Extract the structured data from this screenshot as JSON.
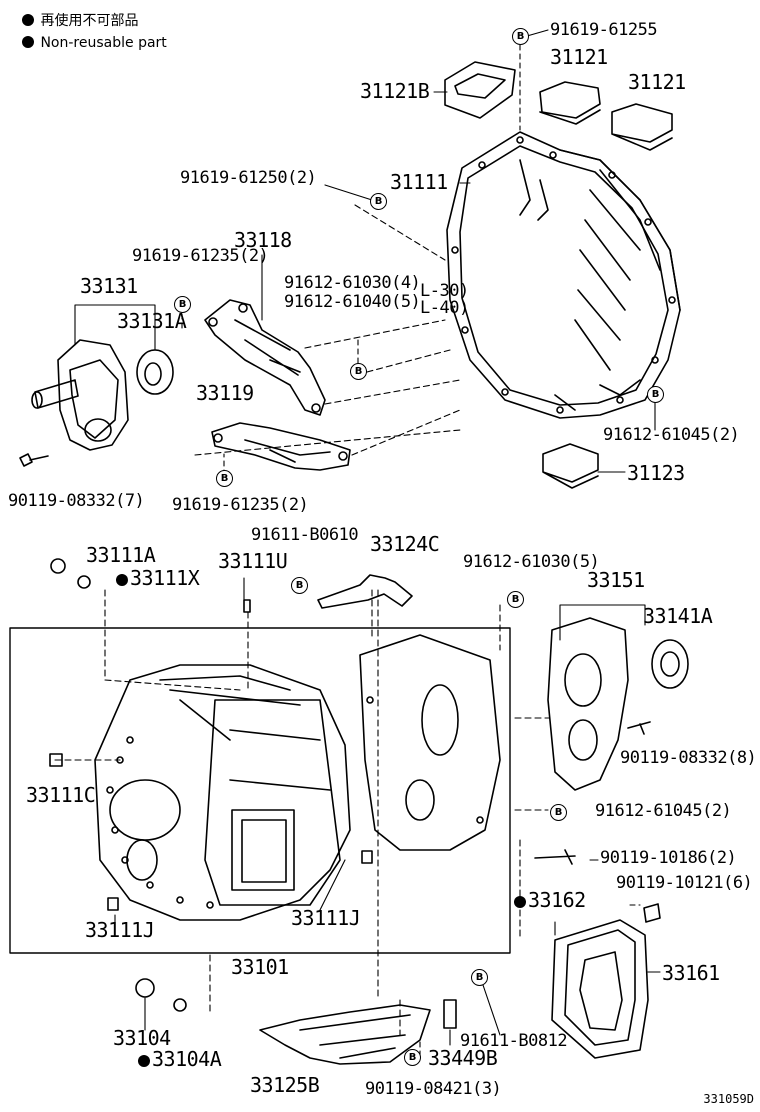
{
  "legend": {
    "symbol": "●",
    "line1": "再使用不可部品",
    "line2": "Non-reusable part"
  },
  "bolt_symbol": "B",
  "labels": {
    "p91619_61255": "91619-61255",
    "p31121a": "31121",
    "p31121b": "31121",
    "p31121B": "31121B",
    "p31111": "31111",
    "p91619_61250": "91619-61250(2)",
    "p33118": "33118",
    "p91619_61235a": "91619-61235(2)",
    "p91612_61030a": "91612-61030(4)",
    "p91612_61040": "91612-61040(5)",
    "pL30": "L-30)",
    "pL40": "L-40)",
    "p33131": "33131",
    "p33131A": "33131A",
    "p33119": "33119",
    "p91612_61045a": "91612-61045(2)",
    "p31123": "31123",
    "p90119_08332a": "90119-08332(7)",
    "p91619_61235b": "91619-61235(2)",
    "p33111A": "33111A",
    "p33111X": "33111X",
    "p33111U": "33111U",
    "p91611_B0610": "91611-B0610",
    "p33124C": "33124C",
    "p91612_61030b": "91612-61030(5)",
    "p33151": "33151",
    "p33141A": "33141A",
    "p90119_08332b": "90119-08332(8)",
    "p33111C": "33111C",
    "p91612_61045b": "91612-61045(2)",
    "p90119_10186": "90119-10186(2)",
    "p90119_10121": "90119-10121(6)",
    "p33162": "33162",
    "p33111J_left": "33111J",
    "p33111J_right": "33111J",
    "p33161": "33161",
    "p33101": "33101",
    "p91611_B0812": "91611-B0812",
    "p33104": "33104",
    "p33104A": "33104A",
    "p33449B": "33449B",
    "p33125B": "33125B",
    "p90119_08421": "90119-08421(3)"
  },
  "diagram_code": "331059D"
}
